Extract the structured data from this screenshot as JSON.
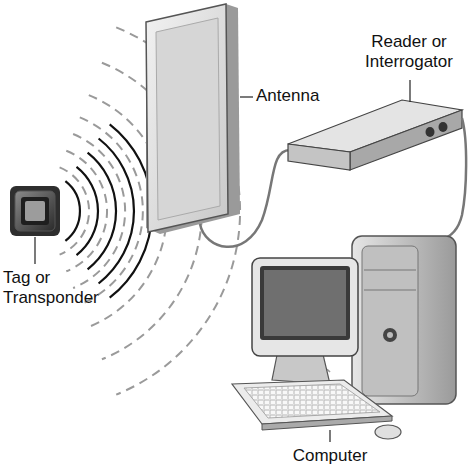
{
  "diagram": {
    "labels": [
      "Antenna",
      "Reader or Interrogator",
      "Tag or Transponder",
      "Computer"
    ]
  }
}
